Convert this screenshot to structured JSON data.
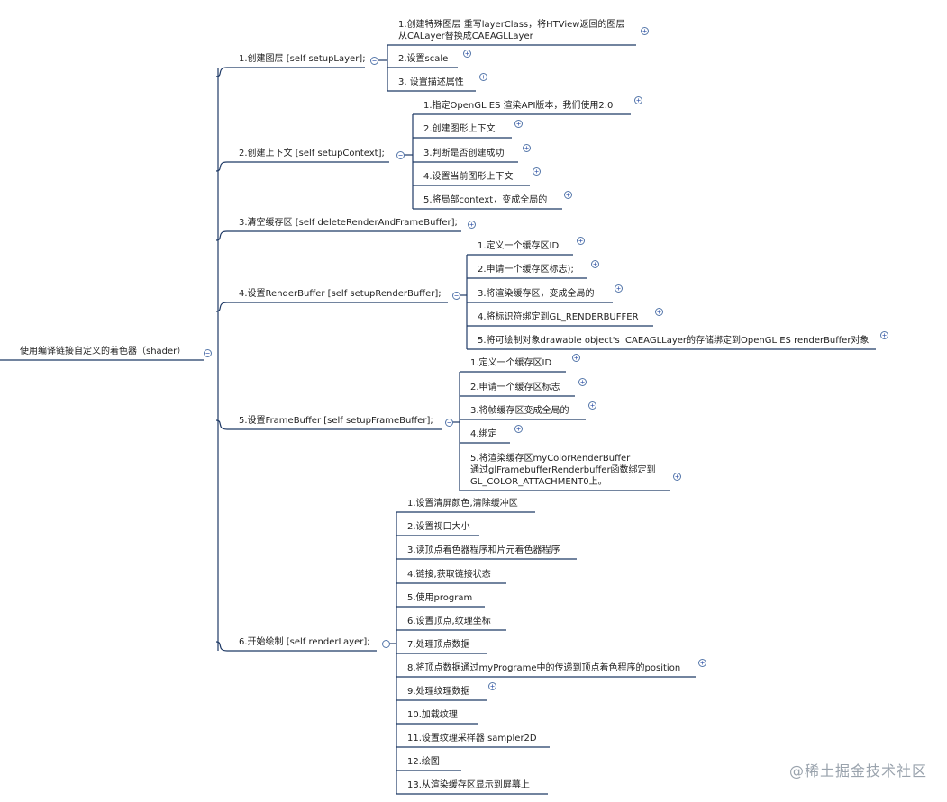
{
  "root": {
    "label": "使用编译链接自定义的着色器（shader）",
    "toggle": "−"
  },
  "branches": [
    {
      "label": "1.创建图层 [self setupLayer];",
      "toggle": "−",
      "children": [
        {
          "label": "1.创建特殊图层 重写layerClass，将HTView返回的图层\n从CALayer替换成CAEAGLLayer",
          "toggle": "+"
        },
        {
          "label": "2.设置scale",
          "toggle": "+"
        },
        {
          "label": "3. 设置描述属性",
          "toggle": "+"
        }
      ]
    },
    {
      "label": "2.创建上下文 [self setupContext];",
      "toggle": "−",
      "children": [
        {
          "label": "1.指定OpenGL ES 渲染API版本，我们使用2.0",
          "toggle": "+"
        },
        {
          "label": "2.创建图形上下文",
          "toggle": "+"
        },
        {
          "label": "3.判断是否创建成功",
          "toggle": "+"
        },
        {
          "label": "4.设置当前图形上下文",
          "toggle": "+"
        },
        {
          "label": "5.将局部context，变成全局的",
          "toggle": "+"
        }
      ]
    },
    {
      "label": "3.清空缓存区 [self deleteRenderAndFrameBuffer];",
      "toggle": "+",
      "children": []
    },
    {
      "label": "4.设置RenderBuffer [self setupRenderBuffer];",
      "toggle": "−",
      "children": [
        {
          "label": "1.定义一个缓存区ID",
          "toggle": "+"
        },
        {
          "label": "2.申请一个缓存区标志);",
          "toggle": "+"
        },
        {
          "label": "3.将渲染缓存区，变成全局的",
          "toggle": "+"
        },
        {
          "label": "4.将标识符绑定到GL_RENDERBUFFER",
          "toggle": "+"
        },
        {
          "label": "5.将可绘制对象drawable object's  CAEAGLLayer的存储绑定到OpenGL ES renderBuffer对象",
          "toggle": "+"
        }
      ]
    },
    {
      "label": "5.设置FrameBuffer [self setupFrameBuffer];",
      "toggle": "−",
      "children": [
        {
          "label": "1.定义一个缓存区ID",
          "toggle": "+"
        },
        {
          "label": "2.申请一个缓存区标志",
          "toggle": "+"
        },
        {
          "label": "3.将帧缓存区变成全局的",
          "toggle": "+"
        },
        {
          "label": "4.绑定",
          "toggle": "+"
        },
        {
          "label": "5.将渲染缓存区myColorRenderBuffer\n通过glFramebufferRenderbuffer函数绑定到\nGL_COLOR_ATTACHMENT0上。",
          "toggle": "+"
        }
      ]
    },
    {
      "label": "6.开始绘制 [self renderLayer];",
      "toggle": "−",
      "children": [
        {
          "label": "1.设置清屏颜色,清除缓冲区",
          "toggle": ""
        },
        {
          "label": "2.设置视口大小",
          "toggle": ""
        },
        {
          "label": "3.读顶点着色器程序和片元着色器程序",
          "toggle": ""
        },
        {
          "label": "4.链接,获取链接状态",
          "toggle": ""
        },
        {
          "label": "5.使用program",
          "toggle": ""
        },
        {
          "label": "6.设置顶点,纹理坐标",
          "toggle": ""
        },
        {
          "label": "7.处理顶点数据",
          "toggle": ""
        },
        {
          "label": "8.将顶点数据通过myPrograme中的传递到顶点着色程序的position",
          "toggle": "+"
        },
        {
          "label": "9.处理纹理数据",
          "toggle": "+"
        },
        {
          "label": "10.加载纹理",
          "toggle": ""
        },
        {
          "label": "11.设置纹理采样器 sampler2D",
          "toggle": ""
        },
        {
          "label": "12.绘图",
          "toggle": ""
        },
        {
          "label": "13.从渲染缓存区显示到屏幕上",
          "toggle": ""
        }
      ]
    }
  ],
  "watermark": "@稀土掘金技术社区",
  "colors": {
    "line": "#1f3a66",
    "toggle": "#5577aa"
  }
}
